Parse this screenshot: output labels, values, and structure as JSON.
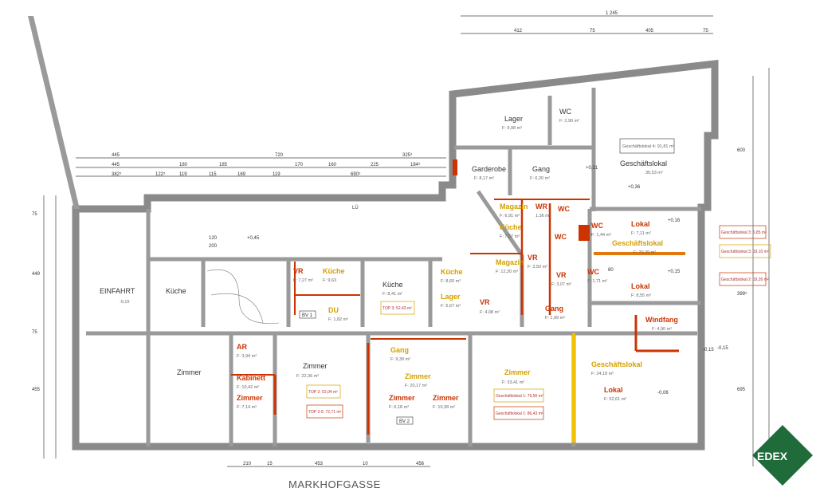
{
  "street": "MARKHOFGASSE",
  "logo": {
    "text": "EDEX",
    "color": "#1f6b3a"
  },
  "colors": {
    "wall": "#8a8a8a",
    "red": "#cc3300",
    "yellow": "#f2c200",
    "orange": "#e07a10"
  },
  "dims": {
    "top_total": "1 245",
    "top_row": [
      "412",
      "75",
      "405",
      "75"
    ],
    "left_row1": [
      "445",
      "720",
      "325⁵"
    ],
    "left_row2": [
      "445",
      "180",
      "185",
      "170",
      "160",
      "225",
      "184⁵"
    ],
    "left_row3": [
      "382⁵",
      "122⁵",
      "119",
      "115",
      "169",
      "119",
      "690⁵"
    ],
    "bottom": [
      "210",
      "15",
      "453",
      "10",
      "456"
    ],
    "right": [
      "600",
      "695",
      "399⁵"
    ],
    "left_side": [
      "75",
      "449",
      "75",
      "455"
    ],
    "small": [
      "120",
      "200",
      "80"
    ]
  },
  "levels": [
    "+0,45",
    "-0,15",
    "+0,21",
    "+0,36",
    "+0,16",
    "+0,15",
    "-0,15",
    "-0,06"
  ],
  "rooms": [
    {
      "name": "EINFAHRT",
      "area": "-0,15"
    },
    {
      "name": "Küche",
      "area": ""
    },
    {
      "name": "Zimmer",
      "area": ""
    },
    {
      "name": "VR",
      "area": "F: 7,27 m²"
    },
    {
      "name": "Küche",
      "area": "F: 9,63"
    },
    {
      "name": "DU",
      "area": "F: 1,82 m²"
    },
    {
      "name": "Küche",
      "area": "F: 8,41 m²"
    },
    {
      "name": "Küche",
      "area": "F: 8,60 m²"
    },
    {
      "name": "Lager",
      "area": "F: 5,67 m²"
    },
    {
      "name": "VR",
      "area": "F: 4,08 m²"
    },
    {
      "name": "AR",
      "area": "F: 3,94 m²"
    },
    {
      "name": "Kabinett",
      "area": "F: 10,42 m²"
    },
    {
      "name": "Zimmer",
      "area": "F: 7,14 m²"
    },
    {
      "name": "Zimmer",
      "area": "F: 22,36 m²"
    },
    {
      "name": "Gang",
      "area": "F: 9,39 m²"
    },
    {
      "name": "Zimmer",
      "area": "F: 20,17 m²"
    },
    {
      "name": "Zimmer",
      "area": "F: 6,18 m²"
    },
    {
      "name": "Zimmer",
      "area": "F: 10,38 m²"
    },
    {
      "name": "Zimmer",
      "area": "F: 33,41 m²"
    },
    {
      "name": "Lager",
      "area": "F: 9,08 m²"
    },
    {
      "name": "WC",
      "area": "F: 2,90 m²"
    },
    {
      "name": "Garderobe",
      "area": "F: 8,17 m²"
    },
    {
      "name": "Gang",
      "area": "F: 6,20 m²"
    },
    {
      "name": "Geschäftslokal",
      "area": "30,53 m²"
    },
    {
      "name": "Magazin",
      "area": "F: 6,91 m²"
    },
    {
      "name": "WR",
      "area": "1,36 m²"
    },
    {
      "name": "WC",
      "area": ""
    },
    {
      "name": "Küche",
      "area": "F: 7,57 m²"
    },
    {
      "name": "WC",
      "area": ""
    },
    {
      "name": "Magazin",
      "area": "F: 12,30 m²"
    },
    {
      "name": "VR",
      "area": "F: 3,50 m²"
    },
    {
      "name": "VR",
      "area": "F: 3,07 m²"
    },
    {
      "name": "Gang",
      "area": "F: 1,99 m²"
    },
    {
      "name": "WC",
      "area": "F: 1,44 m²"
    },
    {
      "name": "Lokal",
      "area": "F: 7,11 m²"
    },
    {
      "name": "Geschäftslokal",
      "area": "F: 20,29 m²"
    },
    {
      "name": "WC",
      "area": "F: 1,71 m²"
    },
    {
      "name": "Lokal",
      "area": "F: 8,55 m²"
    },
    {
      "name": "Windfang",
      "area": "F: 4,90 m²"
    },
    {
      "name": "Geschäftslokal",
      "area": "F: 24,18 m²"
    },
    {
      "name": "Lokal",
      "area": "F: 52,61 m²"
    }
  ],
  "boxes": [
    "Geschäftslokal 4: 91,81 m²",
    "TOP 3: 52,43 m²",
    "TOP 2: 52,04 m²",
    "TOP 2-5: 72,71 m²",
    "Geschäftslokal 1: 79,50 m²",
    "Geschäftslokal 1: 86,43 m²",
    "Geschäftslokal 3: 6,85 m²",
    "Geschäftslokal 3: 19,10 m²",
    "Geschäftslokal 2: 19,26 m²"
  ],
  "tags": [
    "BV 1",
    "BV 2",
    "LÜ"
  ]
}
